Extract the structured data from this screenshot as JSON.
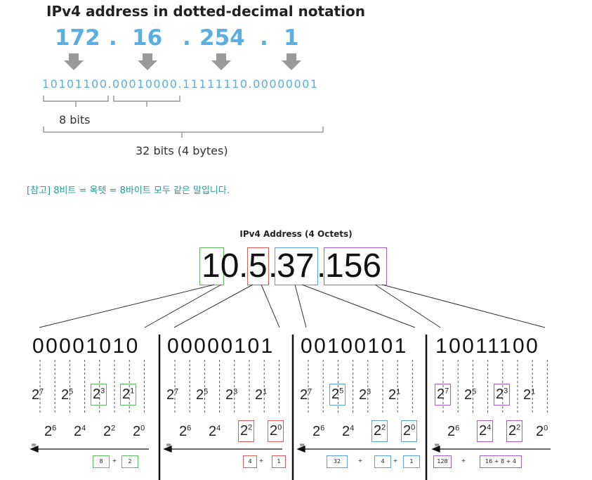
{
  "top": {
    "title": "IPv4 address in dotted-decimal notation",
    "decimals": [
      "172",
      "16",
      "254",
      "1"
    ],
    "dot": ".",
    "binary": "10101100.00010000.11111110.00000001",
    "label_8bits": "8 bits",
    "label_32bits": "32 bits (4 bytes)",
    "accent": "#5aaee0"
  },
  "note": "[참고] 8비트 = 옥텟 = 8바이트 모두 같은 말입니다.",
  "bottom": {
    "title": "IPv4 Address (4 Octets)",
    "octets": [
      {
        "value": "10",
        "bits": "00001010",
        "color": "#5cb85c",
        "sum": [
          "8",
          "+",
          "2"
        ]
      },
      {
        "value": "5",
        "bits": "00000101",
        "color": "#e05a5a",
        "sum": [
          "4",
          "+",
          "1"
        ]
      },
      {
        "value": "37",
        "bits": "00100101",
        "color": "#5aa0e0",
        "sum": [
          "32",
          "+",
          "4",
          "+",
          "1"
        ]
      },
      {
        "value": "156",
        "bits": "10011100",
        "color": "#a45ad8",
        "sum": [
          "128",
          "+",
          "16 + 8 + 4"
        ]
      }
    ],
    "base": "2",
    "upper_exps": [
      "7",
      "5",
      "3",
      "1"
    ],
    "lower_exps": [
      "6",
      "4",
      "2",
      "0"
    ],
    "equals": "="
  }
}
